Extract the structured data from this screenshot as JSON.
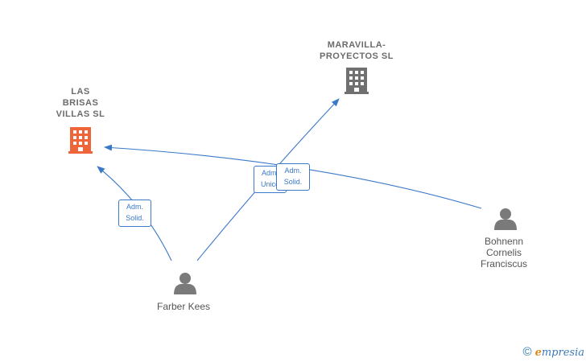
{
  "colors": {
    "edge": "#3a78c8",
    "company_highlight": "#f0643a",
    "company": "#707070",
    "person": "#7a7a7a"
  },
  "companies": [
    {
      "id": "las-brisas",
      "lines": [
        "LAS",
        "BRISAS",
        "VILLAS  SL"
      ],
      "icon": "building-icon",
      "highlight": true
    },
    {
      "id": "maravilla",
      "lines": [
        "MARAVILLA-",
        "PROYECTOS  SL"
      ],
      "icon": "building-icon",
      "highlight": false
    }
  ],
  "people": [
    {
      "id": "farber",
      "lines": [
        "Farber Kees"
      ],
      "icon": "person-icon"
    },
    {
      "id": "bohnenn",
      "lines": [
        "Bohnenn",
        "Cornelis",
        "Franciscus"
      ],
      "icon": "person-icon"
    }
  ],
  "edges": [
    {
      "from": "farber",
      "to": "las-brisas",
      "label": [
        "Adm.",
        "Solid."
      ]
    },
    {
      "from": "farber",
      "to": "maravilla",
      "label": [
        "Adm.",
        "Unico"
      ]
    },
    {
      "from": "bohnenn",
      "to": "las-brisas",
      "label": [
        "Adm.",
        "Solid."
      ]
    }
  ],
  "watermark": {
    "copyright": "©",
    "brand_first": "e",
    "brand_rest": "mpresia"
  }
}
